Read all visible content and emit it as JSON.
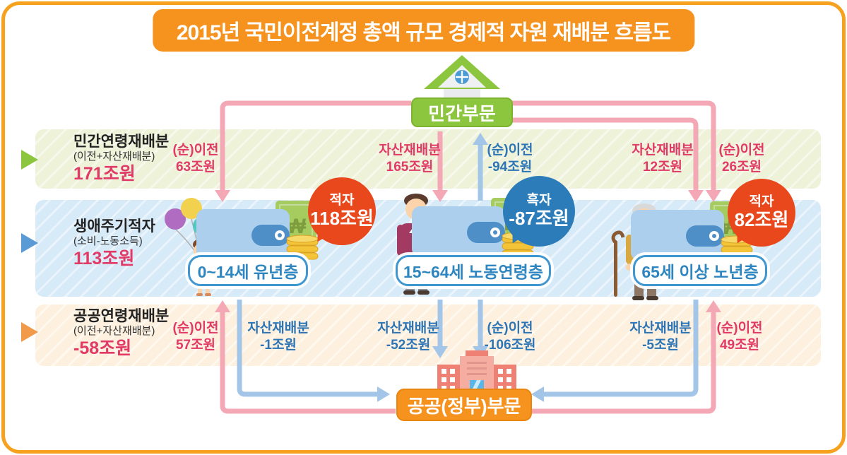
{
  "title": "2015년 국민이전계정 총액 규모 경제적 자원 재배분 흐름도",
  "sectors": {
    "private": {
      "label": "민간부문",
      "icon": "house-heart-icon",
      "color": "#8cc63e"
    },
    "public": {
      "label": "공공(정부)부문",
      "icon": "government-building-icon",
      "color": "#f6921e"
    }
  },
  "bands": [
    {
      "name": "민간연령재배분",
      "sub": "(이전+자산재배분)",
      "value": "171조원",
      "band_color": "#edf2d9"
    },
    {
      "name": "생애주기적자",
      "sub": "(소비-노동소득)",
      "value": "113조원",
      "band_color": "#d7eaf8"
    },
    {
      "name": "공공연령재배분",
      "sub": "(이전+자산재배분)",
      "value": "-58조원",
      "band_color": "#fdf0de"
    }
  ],
  "groups": [
    {
      "label": "0~14세 유년층",
      "icon": "child-balloons-icon",
      "bubble": {
        "type": "적자",
        "value": "118조원",
        "color": "#e8481c"
      }
    },
    {
      "label": "15~64세 노동연령층",
      "icon": "worker-briefcase-icon",
      "bubble": {
        "type": "흑자",
        "value": "-87조원",
        "color": "#2b7cb9"
      }
    },
    {
      "label": "65세 이상 노년층",
      "icon": "elderly-cane-icon",
      "bubble": {
        "type": "적자",
        "value": "82조원",
        "color": "#e8481c"
      }
    }
  ],
  "wallet_currency": "₩",
  "flows": [
    {
      "label": "(순)이전",
      "value": "63조원",
      "from": "민간부문",
      "to": "0~14세 유년층",
      "color": "pink"
    },
    {
      "label": "자산재배분",
      "value": "165조원",
      "from": "민간부문",
      "to": "15~64세 노동연령층",
      "color": "pink"
    },
    {
      "label": "(순)이전",
      "value": "-94조원",
      "from": "15~64세 노동연령층",
      "to": "민간부문",
      "color": "blue"
    },
    {
      "label": "자산재배분",
      "value": "12조원",
      "from": "민간부문",
      "to": "65세 이상 노년층",
      "color": "pink"
    },
    {
      "label": "(순)이전",
      "value": "26조원",
      "from": "민간부문",
      "to": "65세 이상 노년층",
      "color": "pink"
    },
    {
      "label": "(순)이전",
      "value": "57조원",
      "from": "공공(정부)부문",
      "to": "0~14세 유년층",
      "color": "pink"
    },
    {
      "label": "자산재배분",
      "value": "-1조원",
      "from": "0~14세 유년층",
      "to": "공공(정부)부문",
      "color": "blue"
    },
    {
      "label": "자산재배분",
      "value": "-52조원",
      "from": "15~64세 노동연령층",
      "to": "공공(정부)부문",
      "color": "blue"
    },
    {
      "label": "(순)이전",
      "value": "-106조원",
      "from": "15~64세 노동연령층",
      "to": "공공(정부)부문",
      "color": "blue"
    },
    {
      "label": "자산재배분",
      "value": "-5조원",
      "from": "65세 이상 노년층",
      "to": "공공(정부)부문",
      "color": "blue"
    },
    {
      "label": "(순)이전",
      "value": "49조원",
      "from": "공공(정부)부문",
      "to": "65세 이상 노년층",
      "color": "pink"
    }
  ],
  "colors": {
    "frame_orange": "#f6a21e",
    "title_orange": "#f6921e",
    "green": "#8cc63e",
    "pink_arrow": "#f4a7b4",
    "blue_arrow": "#a3c6e8",
    "red_text": "#e23a66",
    "blue_text": "#2e75b6",
    "deficit_red": "#e8481c",
    "surplus_blue": "#2b7cb9"
  }
}
